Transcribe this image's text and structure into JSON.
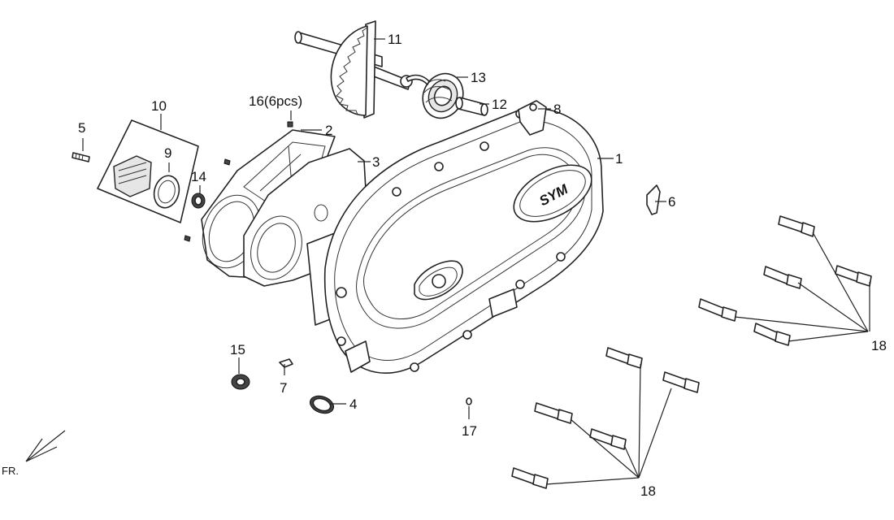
{
  "labels": {
    "l1": "1",
    "l2": "2",
    "l3": "3",
    "l4": "4",
    "l5": "5",
    "l6": "6",
    "l7": "7",
    "l8": "8",
    "l9": "9",
    "l10": "10",
    "l11": "11",
    "l12": "12",
    "l13": "13",
    "l14": "14",
    "l15": "15",
    "l16": "16(6pcs)",
    "l17": "17",
    "l18a": "18",
    "l18b": "18"
  },
  "logo_text": "SYM",
  "direction_label": "FR."
}
